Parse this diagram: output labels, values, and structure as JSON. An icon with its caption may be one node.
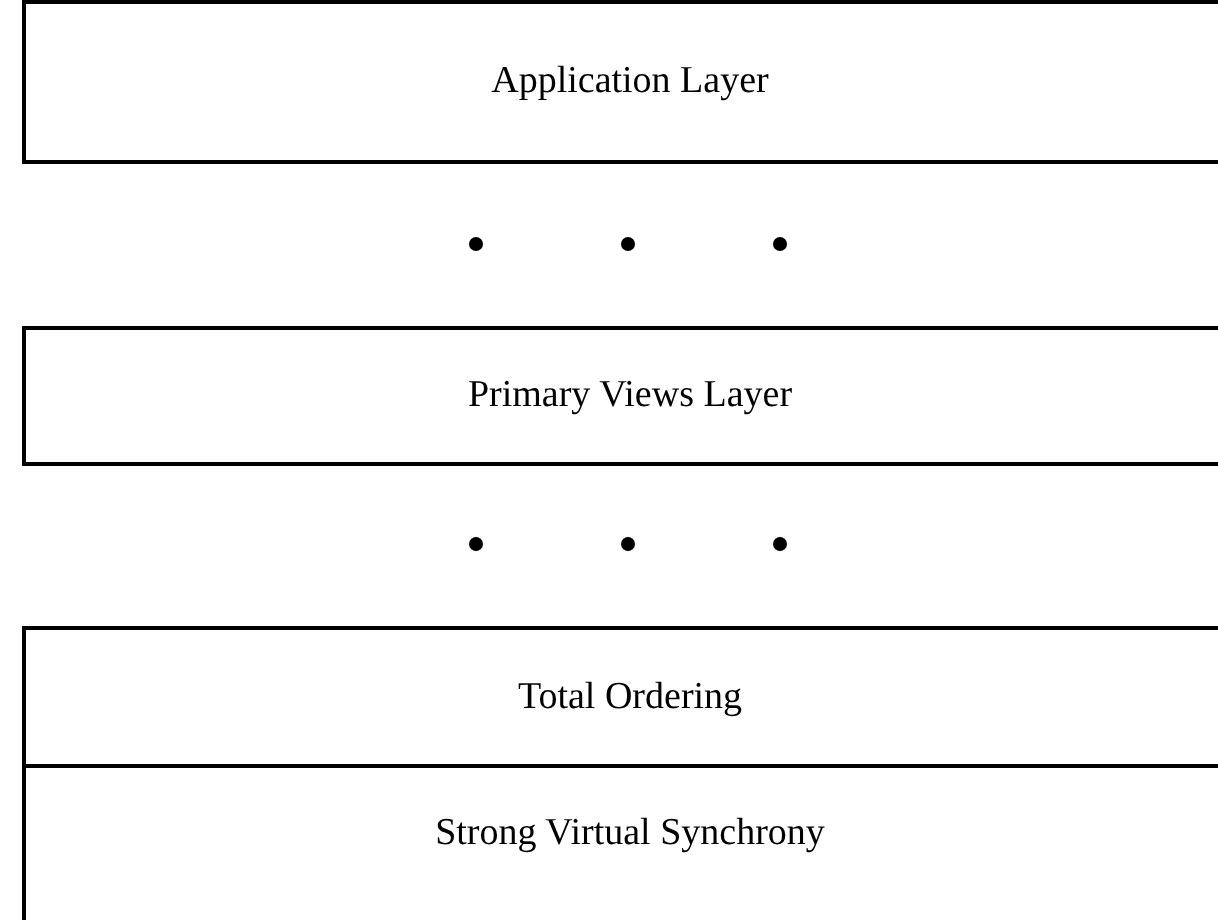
{
  "diagram": {
    "nodes": [
      {
        "text": [
          "Application Layer"
        ]
      },
      {
        "text": [
          "Primary Views Layer"
        ]
      },
      {
        "text": [
          "Total Ordering"
        ]
      },
      {
        "text": [
          "Strong Virtual Synchrony"
        ]
      }
    ]
  }
}
